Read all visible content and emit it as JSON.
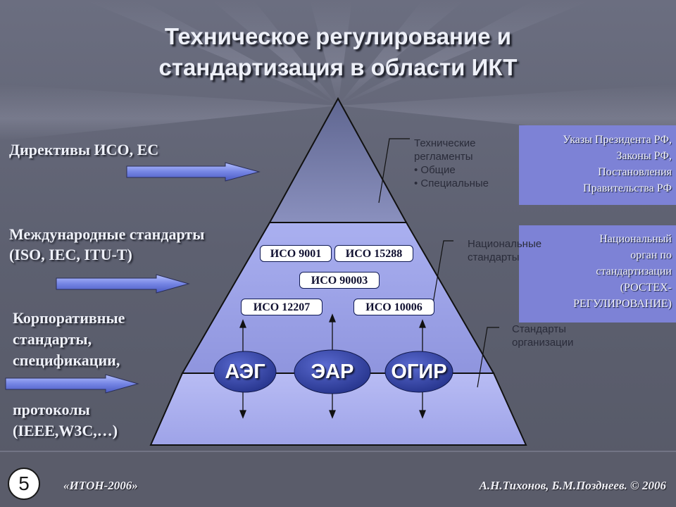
{
  "title": {
    "line1": "Техническое регулирование и",
    "line2": "стандартизация в области ИКТ"
  },
  "left_labels": {
    "directives": "Директивы ИСО, ЕС",
    "international": {
      "line1": "Международные стандарты",
      "line2": "(ISO, IEC, ITU-T)"
    },
    "corporate": {
      "line1": "Корпоративные",
      "line2": "стандарты,",
      "line3": "спецификации,",
      "line4": "протоколы",
      "line5": "(IEEE,W3C,…)"
    }
  },
  "iso_boxes": {
    "iso9001": "ИСО 9001",
    "iso15288": "ИСО 15288",
    "iso90003": "ИСО 90003",
    "iso12207": "ИСО 12207",
    "iso10006": "ИСО 10006"
  },
  "orgs": {
    "aeg": "АЭГ",
    "ear": "ЭАР",
    "ogir": "ОГИР"
  },
  "annotations": {
    "tech_regs": {
      "line1": "Технические",
      "line2": "регламенты",
      "line3": "• Общие",
      "line4": "• Специальные"
    },
    "national": {
      "line1": "Национальные",
      "line2": "стандарты"
    },
    "organization": {
      "line1": "Стандарты",
      "line2": "организации"
    }
  },
  "right_boxes": {
    "decrees": {
      "line1": "Указы Президента РФ,",
      "line2": "Законы РФ,",
      "line3": "Постановления",
      "line4": "Правительства РФ"
    },
    "national_body": {
      "line1": "Национальный",
      "line2": "орган по",
      "line3": "стандартизации",
      "line4": "(РОСТЕХ-",
      "line5": "РЕГУЛИРОВАНИЕ)"
    }
  },
  "footer": {
    "page_number": "5",
    "event": "«ИТОН-2006»",
    "authors": "А.Н.Тихонов, Б.М.Позднеев. © 2006"
  },
  "colors": {
    "pyramid_fill": "#9a9fe6",
    "pyramid_top": "#7078a6",
    "right_box_fill": "#7d82d6",
    "ellipse_fill": "#3a4bb0",
    "arrow_fill": "#7f8fe6"
  }
}
